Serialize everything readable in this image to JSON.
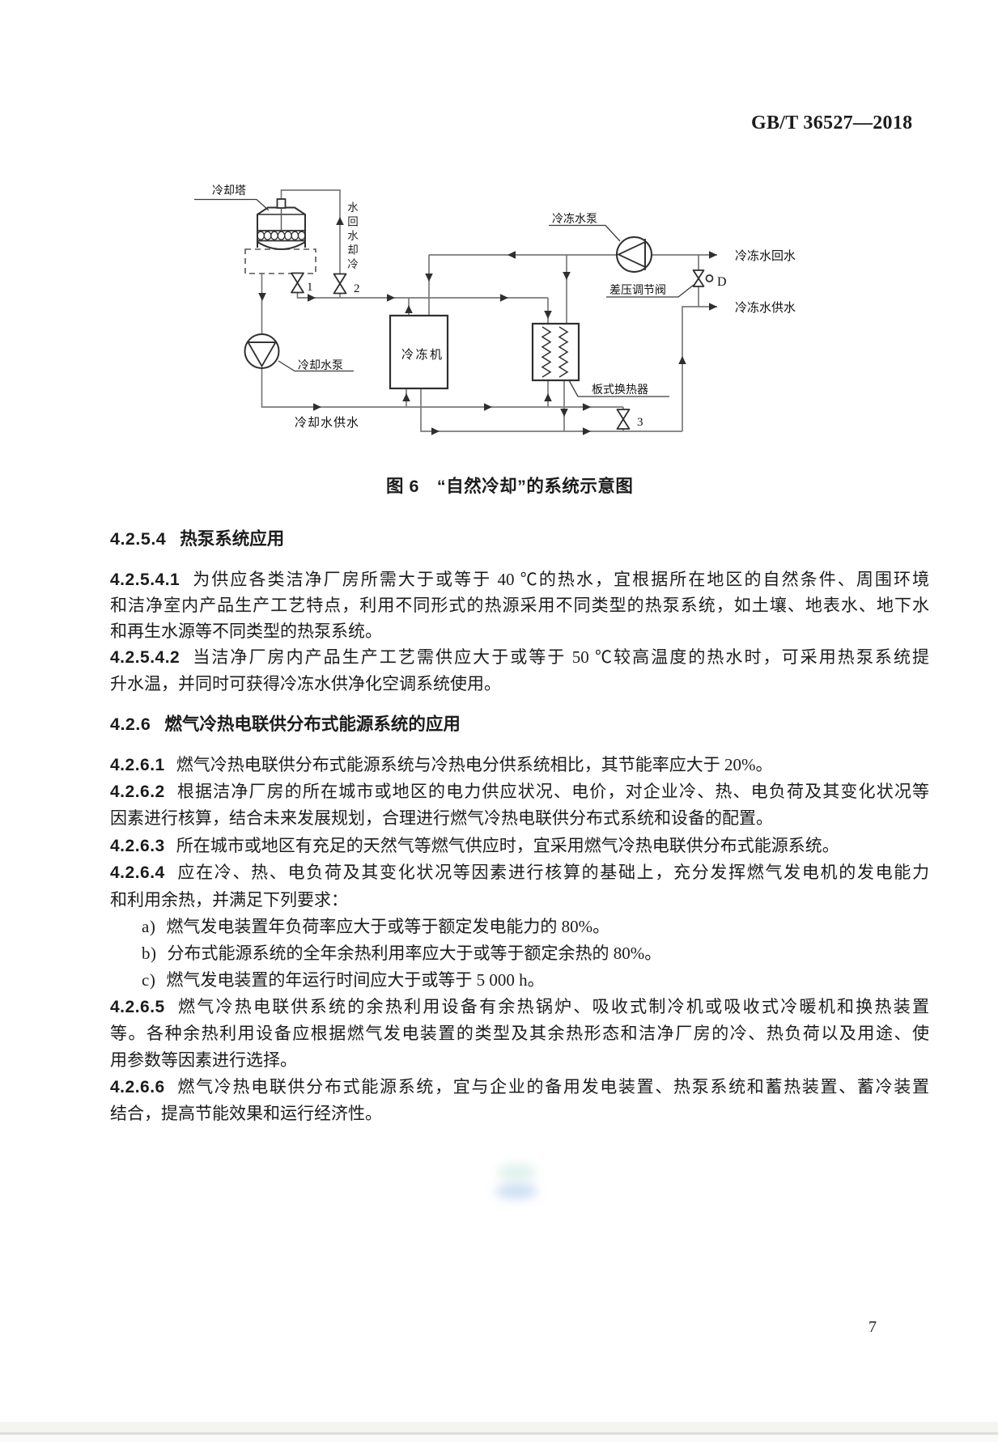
{
  "page": {
    "standard_code": "GB/T 36527—2018",
    "page_number": "7"
  },
  "figure": {
    "caption": "图 6　“自然冷却”的系统示意图",
    "labels": {
      "cooling_tower": "冷却塔",
      "cooling_water_return_vertical": "冷却水回水",
      "chilled_water_pump": "冷冻水泵",
      "chilled_water_return": "冷冻水回水",
      "diff_pressure_valve": "差压调节阀",
      "valve_d": "D",
      "chilled_water_supply": "冷冻水供水",
      "chiller": "冷冻机",
      "plate_heat_exchanger": "板式换热器",
      "cooling_water_pump": "冷却水泵",
      "cooling_water_supply": "冷却水供水",
      "valve_1": "1",
      "valve_2": "2",
      "valve_3": "3"
    }
  },
  "content": {
    "lines": [
      {
        "num": "4.2.5.4",
        "text": "热泵系统应用"
      },
      {
        "num": "4.2.5.4.1",
        "text": "为供应各类洁净厂房所需大于或等于 40 ℃的热水，宜根据所在地区的自然条件、周围环境"
      },
      {
        "num": "",
        "text": "和洁净室内产品生产工艺特点，利用不同形式的热源采用不同类型的热泵系统，如土壤、地表水、地下水"
      },
      {
        "num": "",
        "text": "和再生水源等不同类型的热泵系统。"
      },
      {
        "num": "4.2.5.4.2",
        "text": "当洁净厂房内产品生产工艺需供应大于或等于 50 ℃较高温度的热水时，可采用热泵系统提"
      },
      {
        "num": "",
        "text": "升水温，并同时可获得冷冻水供净化空调系统使用。"
      },
      {
        "num": "4.2.6",
        "text": "燃气冷热电联供分布式能源系统的应用"
      },
      {
        "num": "4.2.6.1",
        "text": "燃气冷热电联供分布式能源系统与冷热电分供系统相比，其节能率应大于 20%。"
      },
      {
        "num": "4.2.6.2",
        "text": "根据洁净厂房的所在城市或地区的电力供应状况、电价，对企业冷、热、电负荷及其变化状况等"
      },
      {
        "num": "",
        "text": "因素进行核算，结合未来发展规划，合理进行燃气冷热电联供分布式系统和设备的配置。"
      },
      {
        "num": "4.2.6.3",
        "text": "所在城市或地区有充足的天然气等燃气供应时，宜采用燃气冷热电联供分布式能源系统。"
      },
      {
        "num": "4.2.6.4",
        "text": "应在冷、热、电负荷及其变化状况等因素进行核算的基础上，充分发挥燃气发电机的发电能力"
      },
      {
        "num": "",
        "text": "和利用余热，并满足下列要求："
      },
      {
        "num": "a)",
        "text": "燃气发电装置年负荷率应大于或等于额定发电能力的 80%。"
      },
      {
        "num": "b)",
        "text": "分布式能源系统的全年余热利用率应大于或等于额定余热的 80%。"
      },
      {
        "num": "c)",
        "text": "燃气发电装置的年运行时间应大于或等于 5 000 h。"
      },
      {
        "num": "4.2.6.5",
        "text": "燃气冷热电联供系统的余热利用设备有余热锅炉、吸收式制冷机或吸收式冷暖机和换热装置"
      },
      {
        "num": "",
        "text": "等。各种余热利用设备应根据燃气发电装置的类型及其余热形态和洁净厂房的冷、热负荷以及用途、使"
      },
      {
        "num": "",
        "text": "用参数等因素进行选择。"
      },
      {
        "num": "4.2.6.6",
        "text": "燃气冷热电联供分布式能源系统，宜与企业的备用发电装置、热泵系统和蓄热装置、蓄冷装置"
      },
      {
        "num": "",
        "text": "结合，提高节能效果和运行经济性。"
      }
    ]
  }
}
